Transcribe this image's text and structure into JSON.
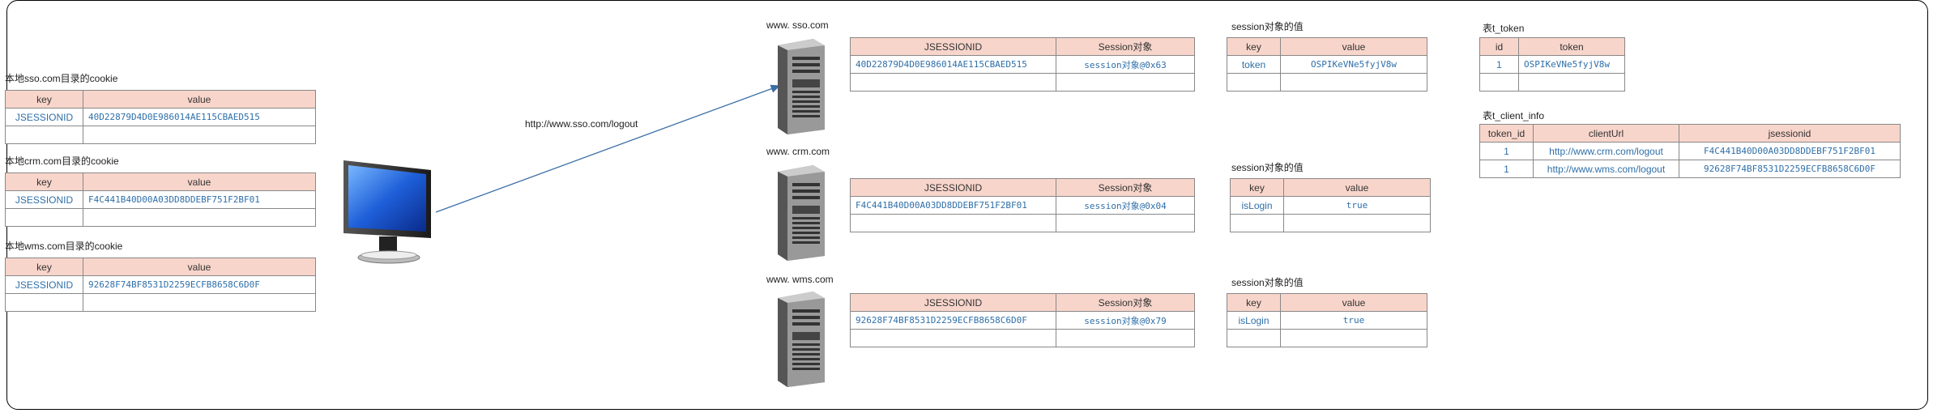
{
  "cookies": [
    {
      "title": "本地sso.com目录的cookie",
      "headers": [
        "key",
        "value"
      ],
      "row": [
        "JSESSIONID",
        "40D22879D4D0E986014AE115CBAED515"
      ]
    },
    {
      "title": "本地crm.com目录的cookie",
      "headers": [
        "key",
        "value"
      ],
      "row": [
        "JSESSIONID",
        "F4C441B40D00A03DD8DDEBF751F2BF01"
      ]
    },
    {
      "title": "本地wms.com目录的cookie",
      "headers": [
        "key",
        "value"
      ],
      "row": [
        "JSESSIONID",
        "92628F74BF8531D2259ECFB8658C6D0F"
      ]
    }
  ],
  "edge_label": "http://www.sso.com/logout",
  "servers": [
    {
      "host": "www. sso.com",
      "session_table": {
        "headers": [
          "JSESSIONID",
          "Session对象"
        ],
        "row": [
          "40D22879D4D0E986014AE115CBAED515",
          "session对象@0x63"
        ]
      },
      "value_title": "session对象的值",
      "value_table": {
        "headers": [
          "key",
          "value"
        ],
        "row": [
          "token",
          "OSPIKeVNe5fyjV8w"
        ]
      }
    },
    {
      "host": "www. crm.com",
      "session_table": {
        "headers": [
          "JSESSIONID",
          "Session对象"
        ],
        "row": [
          "F4C441B40D00A03DD8DDEBF751F2BF01",
          "session对象@0x04"
        ]
      },
      "value_title": "session对象的值",
      "value_table": {
        "headers": [
          "key",
          "value"
        ],
        "row": [
          "isLogin",
          "true"
        ]
      }
    },
    {
      "host": "www. wms.com",
      "session_table": {
        "headers": [
          "JSESSIONID",
          "Session对象"
        ],
        "row": [
          "92628F74BF8531D2259ECFB8658C6D0F",
          "session对象@0x79"
        ]
      },
      "value_title": "session对象的值",
      "value_table": {
        "headers": [
          "key",
          "value"
        ],
        "row": [
          "isLogin",
          "true"
        ]
      }
    }
  ],
  "t_token": {
    "title": "表t_token",
    "headers": [
      "id",
      "token"
    ],
    "row": [
      "1",
      "OSPIKeVNe5fyjV8w"
    ]
  },
  "t_client_info": {
    "title": "表t_client_info",
    "headers": [
      "token_id",
      "clientUrl",
      "jsessionid"
    ],
    "rows": [
      [
        "1",
        "http://www.crm.com/logout",
        "F4C441B40D00A03DD8DDEBF751F2BF01"
      ],
      [
        "1",
        "http://www.wms.com/logout",
        "92628F74BF8531D2259ECFB8658C6D0F"
      ]
    ]
  }
}
